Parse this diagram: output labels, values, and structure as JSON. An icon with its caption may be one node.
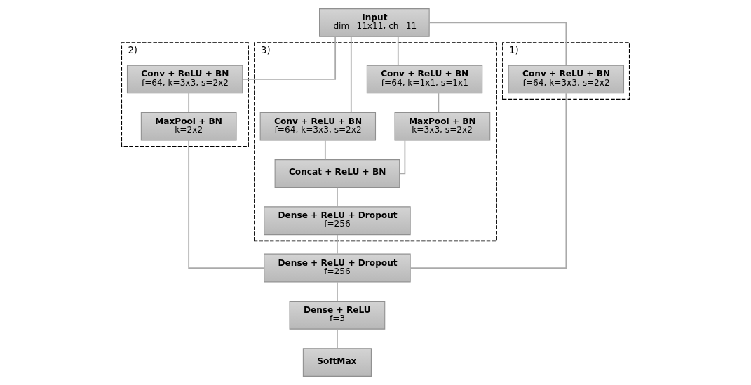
{
  "diagram": {
    "nodes": [
      {
        "text": [
          "Input",
          "dim=11x11, ch=11"
        ]
      },
      {
        "text": [
          "1)"
        ]
      },
      {
        "text": [
          "Conv + ReLU + BN",
          "f=64, k=3x3, s=2x2"
        ],
        "in": 1
      },
      {
        "text": [
          "2)"
        ]
      },
      {
        "text": [
          "Conv + ReLU + BN",
          "f=64, k=3x3, s=2x2"
        ],
        "in": 3
      },
      {
        "text": [
          "MaxPool + BN",
          "k=2x2"
        ],
        "in": 3
      },
      {
        "text": [
          "3)"
        ]
      },
      {
        "text": [
          "Conv + ReLU + BN",
          "f=64, k=3x3, s=2x2"
        ],
        "in": 6
      },
      {
        "text": [
          "Conv + ReLU + BN",
          "f=64, k=1x1, s=1x1"
        ],
        "in": 6
      },
      {
        "text": [
          "MaxPool + BN",
          "k=3x3, s=2x2"
        ],
        "in": 6
      },
      {
        "text": [
          "Concat + ReLU + BN"
        ],
        "in": 6
      },
      {
        "text": [
          "Dense + ReLU + Dropout",
          "f=256"
        ],
        "in": 6
      },
      {
        "text": [
          "Dense + ReLU + Dropout",
          "f=256"
        ]
      },
      {
        "text": [
          "Dense + ReLU",
          "f=3"
        ]
      },
      {
        "text": [
          "SoftMax"
        ]
      }
    ],
    "edges": [
      {
        "from": 0,
        "to": 2,
        "arrow": "none"
      },
      {
        "from": 0,
        "to": 4,
        "arrow": "none"
      },
      {
        "from": 0,
        "to": 7,
        "arrow": "none"
      },
      {
        "from": 0,
        "to": 8,
        "arrow": "none"
      },
      {
        "from": 4,
        "to": 5,
        "arrow": "none"
      },
      {
        "from": 8,
        "to": 9,
        "arrow": "none"
      },
      {
        "from": 7,
        "to": 10,
        "arrow": "none"
      },
      {
        "from": 9,
        "to": 10,
        "arrow": "none"
      },
      {
        "from": 10,
        "to": 11,
        "arrow": "none"
      },
      {
        "from": 2,
        "to": 12,
        "arrow": "none"
      },
      {
        "from": 5,
        "to": 12,
        "arrow": "none"
      },
      {
        "from": 11,
        "to": 12,
        "arrow": "none"
      },
      {
        "from": 12,
        "to": 13,
        "arrow": "none"
      },
      {
        "from": 13,
        "to": 14,
        "arrow": "none"
      }
    ]
  }
}
